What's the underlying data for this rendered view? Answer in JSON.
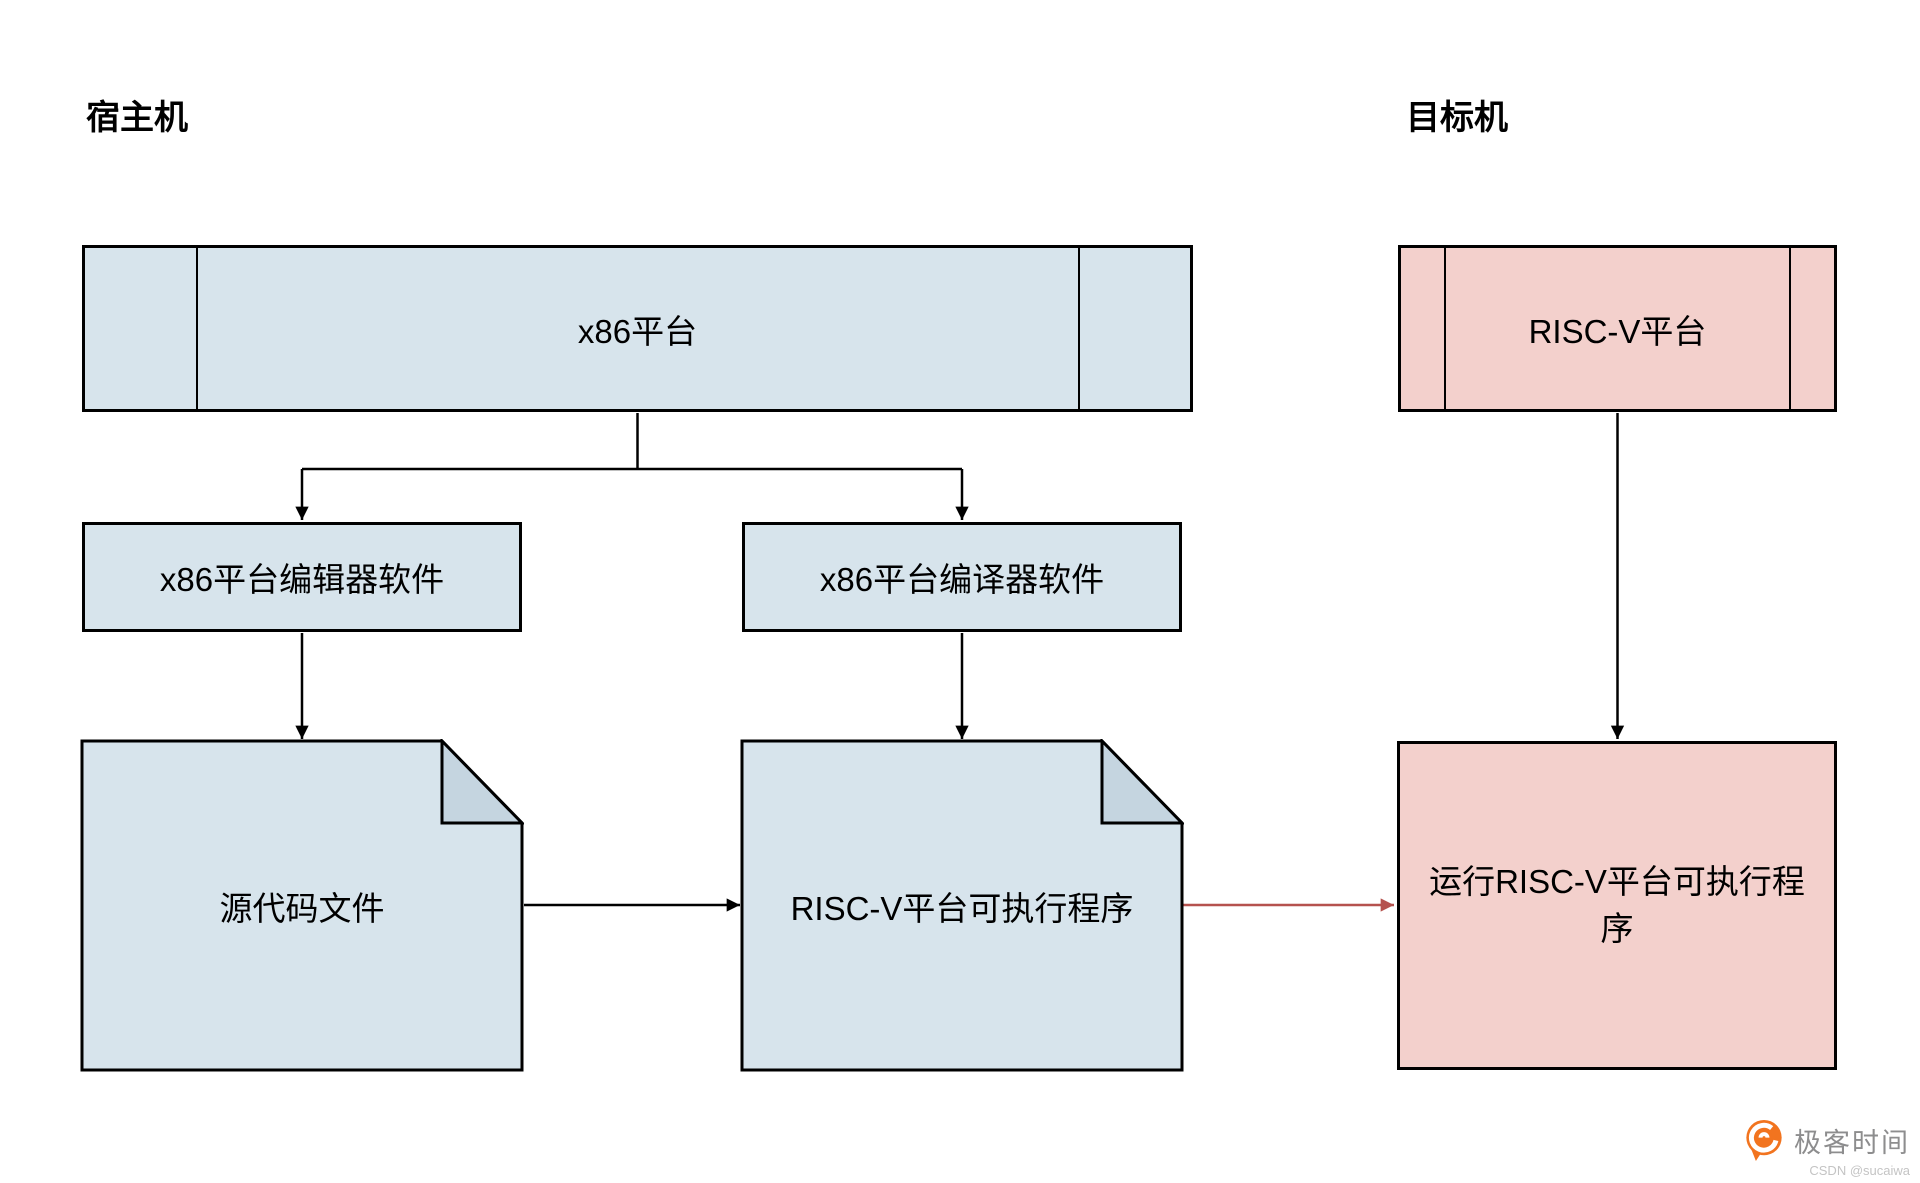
{
  "header": {
    "host_label": "宿主机",
    "target_label": "目标机"
  },
  "nodes": {
    "x86_platform": {
      "label": "x86平台",
      "shape": "predefined-process"
    },
    "riscv_platform": {
      "label": "RISC-V平台",
      "shape": "predefined-process"
    },
    "x86_editor": {
      "label": "x86平台编辑器软件",
      "shape": "rectangle"
    },
    "x86_compiler": {
      "label": "x86平台编译器软件",
      "shape": "rectangle"
    },
    "source_file": {
      "label": "源代码文件",
      "shape": "document"
    },
    "riscv_executable": {
      "label": "RISC-V平台可执行程序",
      "shape": "document"
    },
    "run_riscv_executable": {
      "label": "运行RISC-V平台可执行程序",
      "shape": "rectangle"
    }
  },
  "edges": [
    {
      "from": "x86_platform",
      "to": "x86_editor",
      "color": "#000000"
    },
    {
      "from": "x86_platform",
      "to": "x86_compiler",
      "color": "#000000"
    },
    {
      "from": "x86_editor",
      "to": "source_file",
      "color": "#000000"
    },
    {
      "from": "x86_compiler",
      "to": "riscv_executable",
      "color": "#000000"
    },
    {
      "from": "source_file",
      "to": "riscv_executable",
      "color": "#000000"
    },
    {
      "from": "riscv_executable",
      "to": "run_riscv_executable",
      "color": "#b5524e"
    },
    {
      "from": "riscv_platform",
      "to": "run_riscv_executable",
      "color": "#000000"
    }
  ],
  "colors": {
    "node_fill_blue": "#d7e4ec",
    "document_fold": "#c5d5e0",
    "node_fill_pink": "#f3d0cc",
    "stroke": "#000000",
    "red_arrow": "#b5524e",
    "logo_orange": "#f2741f",
    "logo_text_gray": "#8d8d8e",
    "credit_gray": "#c4c4c4"
  },
  "watermark": {
    "logo_text": "极客时间",
    "credit": "CSDN @sucaiwa"
  }
}
